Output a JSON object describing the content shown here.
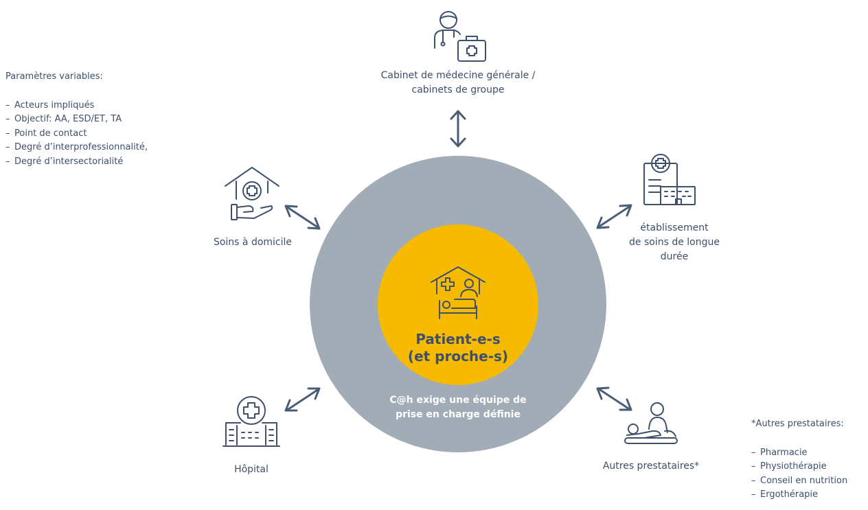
{
  "left_panel": {
    "title": "Paramètres variables:",
    "items": [
      "Acteurs impliqués",
      "Objectif: AA, ESD/ET, TA",
      "Point de contact",
      "Degré d’interprofessionnalité,",
      "Degré d’intersectorialité"
    ]
  },
  "right_panel": {
    "title": "*Autres prestataires:",
    "items": [
      "Pharmacie",
      "Physiothérapie",
      "Conseil en nutrition",
      "Ergothérapie"
    ]
  },
  "center": {
    "title_line1": "Patient-e-s",
    "title_line2": "(et proche-s)",
    "outer_note_line1": "C@h exige une équipe de",
    "outer_note_line2": "prise en charge définie"
  },
  "nodes": {
    "cabinet_line1": "Cabinet de médecine générale /",
    "cabinet_line2": "cabinets de groupe",
    "homecare": "Soins à domicile",
    "ltc_line1": "établissement",
    "ltc_line2": "de soins de longue",
    "ltc_line3": "durée",
    "hospital": "Hôpital",
    "other": "Autres prestataires*"
  },
  "colors": {
    "outer_circle": "#a1acb7",
    "inner_circle": "#f6ba00",
    "text": "#3d4f6b",
    "background": "#ffffff"
  },
  "icons": {
    "cabinet": "doctor-with-medical-bag-icon",
    "homecare": "house-hand-cross-icon",
    "ltc": "clinic-building-icon",
    "hospital": "hospital-icon",
    "other": "massage-therapy-icon",
    "center": "home-patient-bed-icon"
  }
}
